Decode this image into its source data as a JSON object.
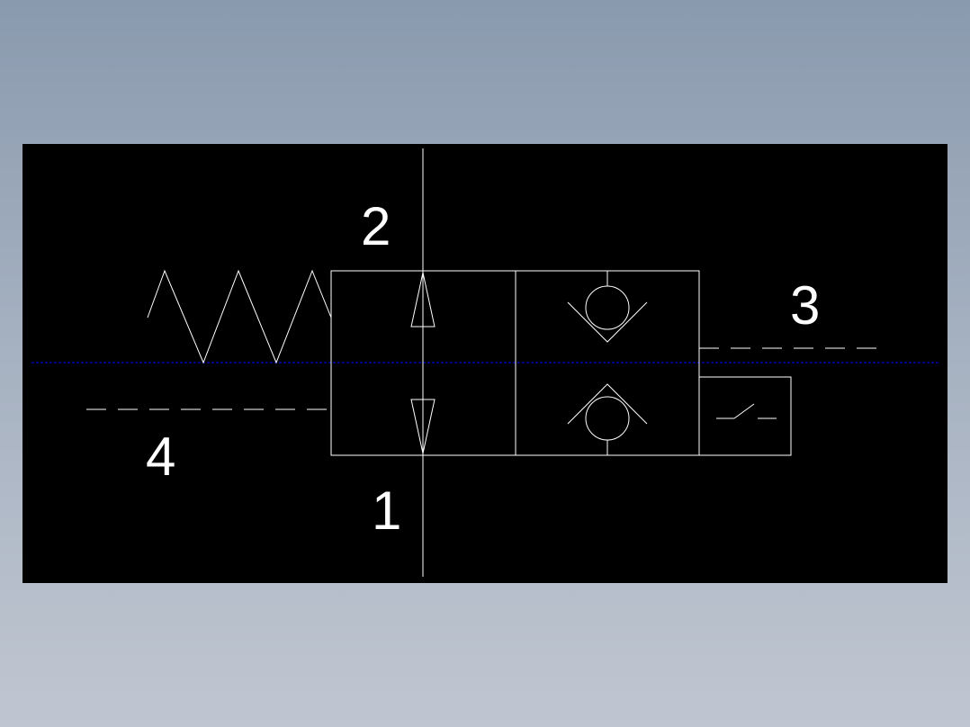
{
  "colors": {
    "background_top": "#8a9aae",
    "background_bottom": "#c0c6d1",
    "canvas": "#000000",
    "line": "#ffffff",
    "centerline": "#0000ff"
  },
  "ports": {
    "port_1": "1",
    "port_2": "2",
    "port_3": "3",
    "port_4": "4"
  },
  "symbols": {
    "spring": "spring-icon",
    "valve_body": "valve-body",
    "flow_arrows": "bidirectional-flow-arrows-icon",
    "check_valves": "check-valve-icon",
    "pressure_switch": "pressure-switch-icon"
  }
}
